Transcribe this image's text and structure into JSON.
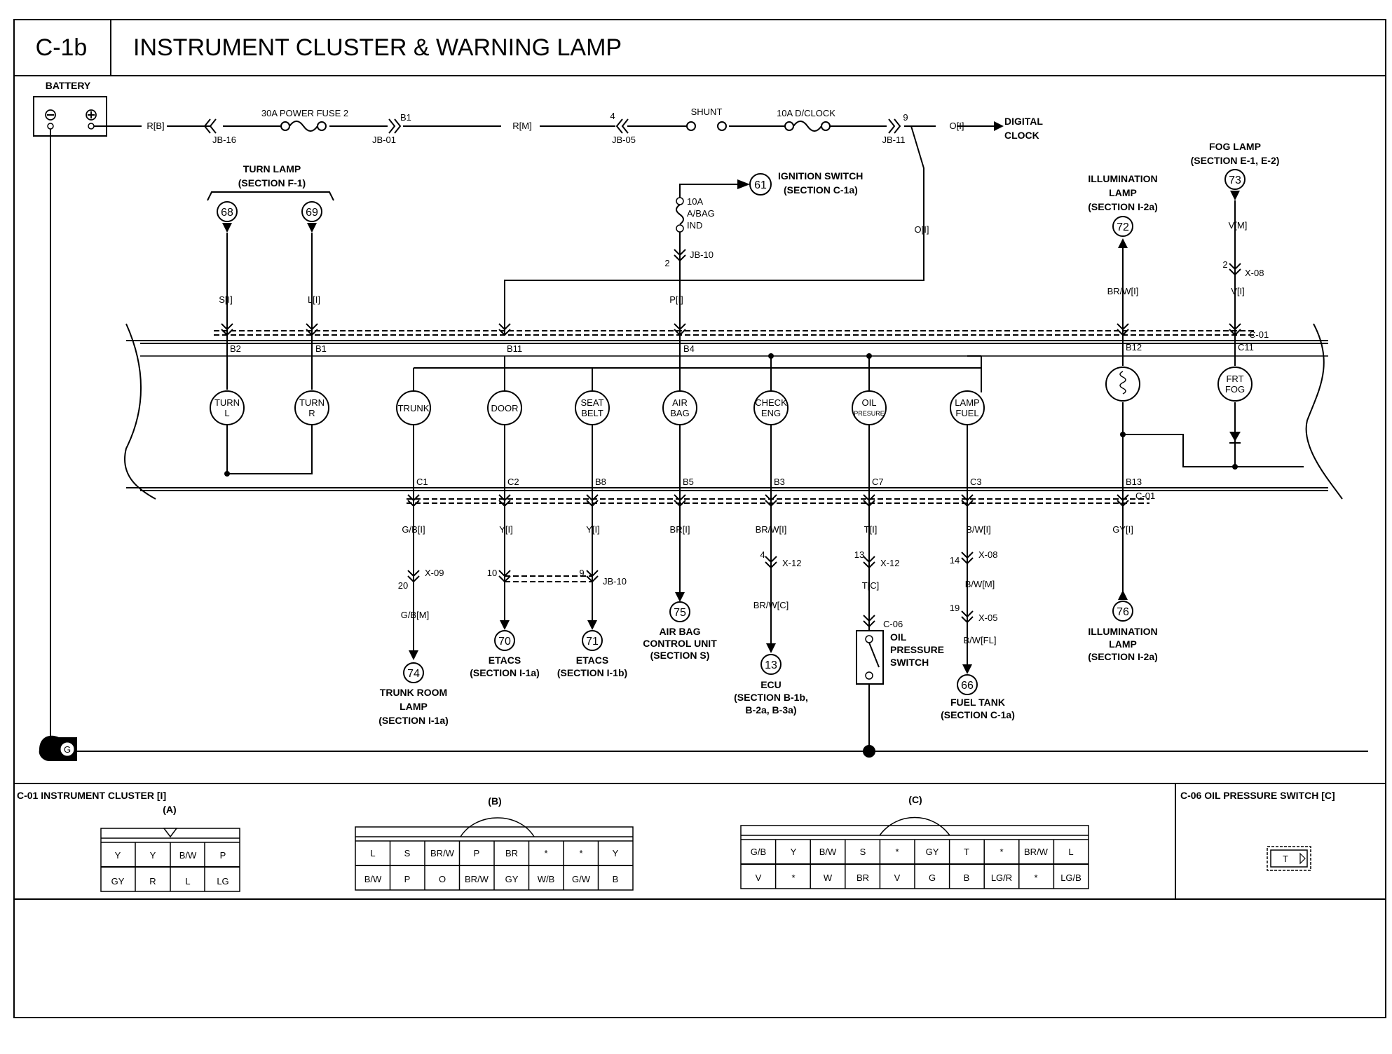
{
  "header": {
    "code": "C-1b",
    "title": "INSTRUMENT CLUSTER & WARNING LAMP"
  },
  "power": {
    "battery": "BATTERY",
    "minus": "⊖",
    "plus": "⊕",
    "wire_rb": "R[B]",
    "jb16": "JB-16",
    "fuse1": "30A POWER FUSE 2",
    "b1": "B1",
    "jb01": "JB-01",
    "wire_rm": "R[M]",
    "pin4": "4",
    "jb05": "JB-05",
    "shunt": "SHUNT",
    "fuse2": "10A D/CLOCK",
    "pin9": "9",
    "jb11": "JB-11",
    "wire_oi": "O[I]",
    "digital_clock": [
      "DIGITAL",
      "CLOCK"
    ],
    "wire_oi2": "O[I]"
  },
  "ignition": {
    "num": "61",
    "label": [
      "IGNITION SWITCH",
      "(SECTION C-1a)"
    ],
    "fuse": [
      "10A",
      "A/BAG",
      "IND"
    ],
    "pin": "2",
    "jb": "JB-10",
    "wire": "P[I]"
  },
  "turnlamp": {
    "label": [
      "TURN LAMP",
      "(SECTION F-1)"
    ],
    "n68": "68",
    "n69": "69",
    "wire_s": "S[I]",
    "wire_l": "L[I]"
  },
  "fog": {
    "label": [
      "FOG LAMP",
      "(SECTION E-1, E-2)"
    ],
    "num": "73",
    "wire_vm": "V[M]",
    "pin": "2",
    "conn": "X-08",
    "wire_vi": "V[I]"
  },
  "illum_top": {
    "label": [
      "ILLUMINATION",
      "LAMP",
      "(SECTION I-2a)"
    ],
    "num": "72",
    "wire": "BR/W[I]"
  },
  "cluster": {
    "c01_top": "C-01",
    "c01_bot": "C-01",
    "pins_top": [
      "B2",
      "B1",
      "B11",
      "B4",
      "B12",
      "C11"
    ],
    "pins_bot": [
      "C1",
      "C2",
      "B8",
      "B5",
      "B3",
      "C7",
      "C3",
      "B13"
    ],
    "lamps": [
      [
        "TURN",
        "L"
      ],
      [
        "TURN",
        "R"
      ],
      [
        "TRUNK"
      ],
      [
        "DOOR"
      ],
      [
        "SEAT",
        "BELT"
      ],
      [
        "AIR",
        "BAG"
      ],
      [
        "CHECK",
        "ENG"
      ],
      [
        "OIL",
        "PRESURE"
      ],
      [
        "LAMP",
        "FUEL"
      ],
      [
        "FRT",
        "FOG"
      ]
    ]
  },
  "outputs": {
    "trunk": {
      "w1": "G/B[I]",
      "conn": "X-09",
      "pin": "20",
      "w2": "G/B[M]",
      "num": "74",
      "label": [
        "TRUNK ROOM",
        "LAMP",
        "(SECTION I-1a)"
      ]
    },
    "door": {
      "w1": "Y[I]",
      "pin": "10",
      "num": "70",
      "label": [
        "ETACS",
        "(SECTION I-1a)"
      ]
    },
    "seat": {
      "w1": "Y[I]",
      "pin": "9",
      "conn": "JB-10",
      "num": "71",
      "label": [
        "ETACS",
        "(SECTION I-1b)"
      ]
    },
    "airbag": {
      "w1": "BR[I]",
      "num": "75",
      "label": [
        "AIR BAG",
        "CONTROL UNIT",
        "(SECTION S)"
      ]
    },
    "check": {
      "w1": "BR/W[I]",
      "pin": "4",
      "conn": "X-12",
      "w2": "BR/W[C]",
      "num": "13",
      "label": [
        "ECU",
        "(SECTION B-1b,",
        "B-2a, B-3a)"
      ]
    },
    "oil": {
      "w1": "T[I]",
      "pin": "13",
      "conn": "X-12",
      "w2": "T[C]",
      "c06": "C-06",
      "label": [
        "OIL",
        "PRESSURE",
        "SWITCH"
      ]
    },
    "fuel": {
      "w1": "B/W[I]",
      "pin1": "14",
      "conn1": "X-08",
      "w2": "B/W[M]",
      "pin2": "19",
      "conn2": "X-05",
      "w3": "B/W[FL]",
      "num": "66",
      "label": [
        "FUEL TANK",
        "(SECTION C-1a)"
      ]
    },
    "illum": {
      "w1": "GY[I]",
      "num": "76",
      "label": [
        "ILLUMINATION",
        "LAMP",
        "(SECTION I-2a)"
      ]
    }
  },
  "ground": {
    "symbol": "G"
  },
  "connectors": {
    "c01_title": "C-01 INSTRUMENT CLUSTER [I]",
    "c06_title": "C-06 OIL PRESSURE SWITCH [C]",
    "a_label": "(A)",
    "b_label": "(B)",
    "c_label": "(C)",
    "a_row1": [
      "Y",
      "Y",
      "B/W",
      "P"
    ],
    "a_row2": [
      "GY",
      "R",
      "L",
      "LG"
    ],
    "b_row1": [
      "L",
      "S",
      "BR/W",
      "P",
      "BR",
      "*",
      "*",
      "Y"
    ],
    "b_row2": [
      "B/W",
      "P",
      "O",
      "BR/W",
      "GY",
      "W/B",
      "G/W",
      "B"
    ],
    "c_row1": [
      "G/B",
      "Y",
      "B/W",
      "S",
      "*",
      "GY",
      "T",
      "*",
      "BR/W",
      "L"
    ],
    "c_row2": [
      "V",
      "*",
      "W",
      "BR",
      "V",
      "G",
      "B",
      "LG/R",
      "*",
      "LG/B"
    ],
    "c06_pin": "T"
  }
}
